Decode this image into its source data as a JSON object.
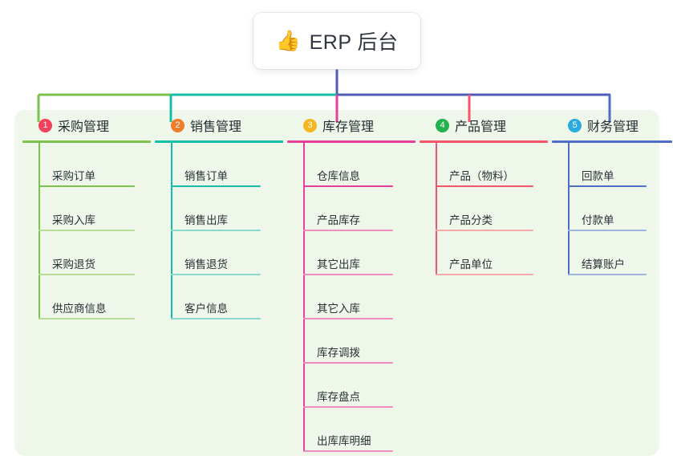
{
  "root": {
    "icon": "thumbs-up-icon",
    "emoji": "👍",
    "title": "ERP 后台"
  },
  "palette": {
    "panel_bg": "#eef7e9",
    "page_bg": "#ffffff",
    "trunk": "#4f5bb5",
    "text": "#2b2f36"
  },
  "columns": [
    {
      "index": "1",
      "title": "采购管理",
      "color": "#7cc24c",
      "color_light": "#b7dd95",
      "badge_color": "#f2415a",
      "items": [
        "采购订单",
        "采购入库",
        "采购退货",
        "供应商信息"
      ]
    },
    {
      "index": "2",
      "title": "销售管理",
      "color": "#15bfa5",
      "color_light": "#89d9cc",
      "badge_color": "#f07d2a",
      "items": [
        "销售订单",
        "销售出库",
        "销售退货",
        "客户信息"
      ]
    },
    {
      "index": "3",
      "title": "库存管理",
      "color": "#e8409a",
      "color_light": "#f08cbe",
      "badge_color": "#f5b622",
      "items": [
        "仓库信息",
        "产品库存",
        "其它出库",
        "其它入库",
        "库存调拨",
        "库存盘点",
        "出库库明细"
      ]
    },
    {
      "index": "4",
      "title": "产品管理",
      "color": "#f4556a",
      "color_light": "#f4a9ab",
      "badge_color": "#22b14c",
      "items": [
        "产品（物料）",
        "产品分类",
        "产品单位"
      ]
    },
    {
      "index": "5",
      "title": "财务管理",
      "color": "#4f6cc6",
      "color_light": "#9fb3e0",
      "badge_color": "#29aae1",
      "items": [
        "回款单",
        "付款单",
        "结算账户"
      ]
    }
  ]
}
